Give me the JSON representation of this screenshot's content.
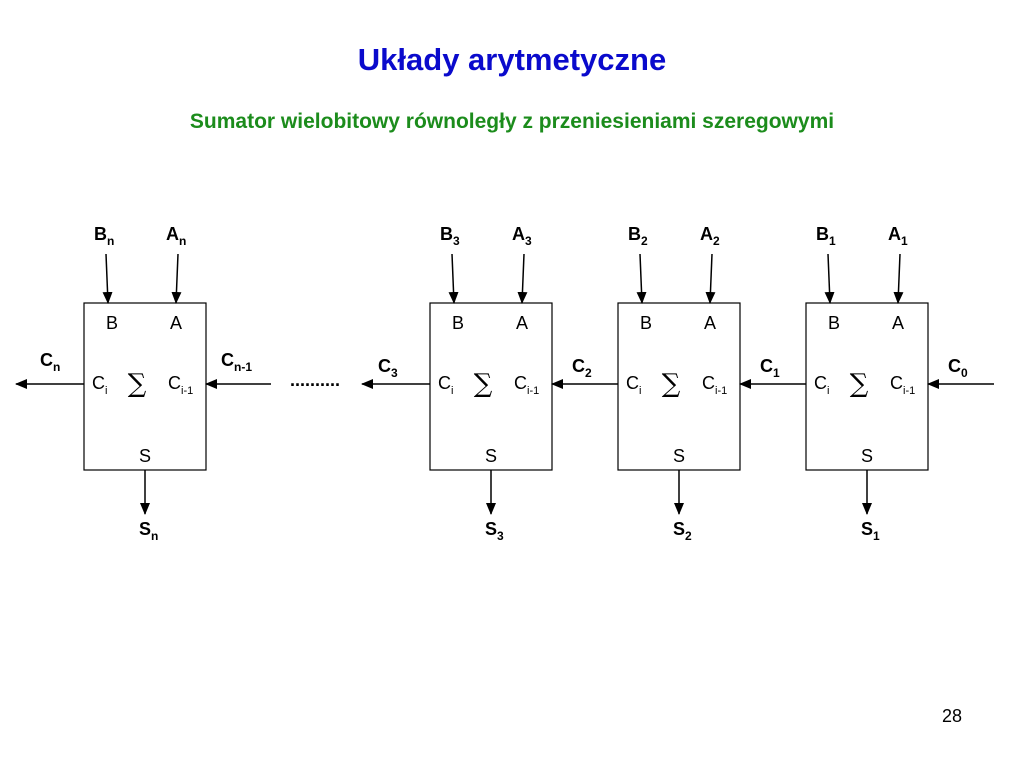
{
  "title": "Układy arytmetyczne",
  "subtitle": "Sumator wielobitowy równoległy z przeniesieniami szeregowymi",
  "page_number": "28",
  "colors": {
    "title": "#0a0acc",
    "subtitle": "#1c8c1c",
    "lines": "#000000"
  },
  "block_ports": {
    "b": "B",
    "a": "A",
    "s": "S",
    "ci_main": "C",
    "ci_sub": "i",
    "cprev_main": "C",
    "cprev_sub": "i-1",
    "sum_symbol": "∑"
  },
  "ellipsis": "..........",
  "blocks": [
    {
      "b_in": {
        "main": "B",
        "sub": "n"
      },
      "a_in": {
        "main": "A",
        "sub": "n"
      },
      "s_out": {
        "main": "S",
        "sub": "n"
      },
      "carry_out": {
        "main": "C",
        "sub": "n"
      },
      "carry_in": {
        "main": "C",
        "sub": "n-1"
      }
    },
    {
      "b_in": {
        "main": "B",
        "sub": "3"
      },
      "a_in": {
        "main": "A",
        "sub": "3"
      },
      "s_out": {
        "main": "S",
        "sub": "3"
      },
      "carry_out": {
        "main": "C",
        "sub": "3"
      },
      "carry_in": {
        "main": "",
        "sub": ""
      }
    },
    {
      "b_in": {
        "main": "B",
        "sub": "2"
      },
      "a_in": {
        "main": "A",
        "sub": "2"
      },
      "s_out": {
        "main": "S",
        "sub": "2"
      },
      "carry_out": {
        "main": "C",
        "sub": "2"
      },
      "carry_in": {
        "main": "",
        "sub": ""
      }
    },
    {
      "b_in": {
        "main": "B",
        "sub": "1"
      },
      "a_in": {
        "main": "A",
        "sub": "1"
      },
      "s_out": {
        "main": "S",
        "sub": "1"
      },
      "carry_out": {
        "main": "C",
        "sub": "1"
      },
      "carry_in": {
        "main": "C",
        "sub": "0"
      }
    }
  ]
}
